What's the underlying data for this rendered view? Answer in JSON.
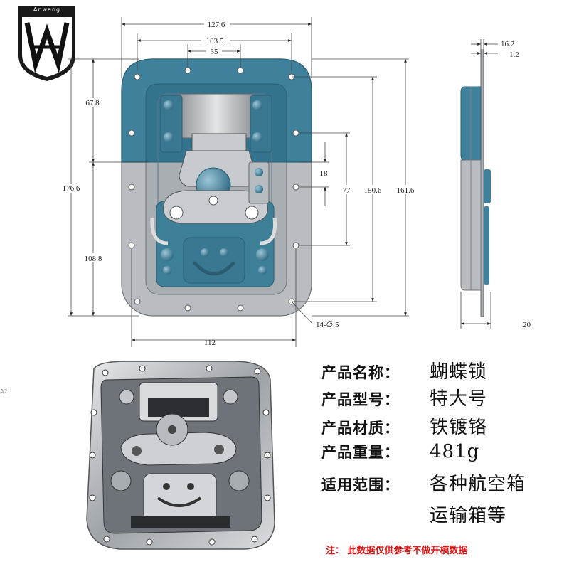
{
  "brand": {
    "name": "Anwang",
    "logo_glyph": "AW"
  },
  "dimensions": {
    "overall_width": "127.6",
    "hole_span": "103.5",
    "center_span": "35",
    "base_width": "112",
    "upper_height": "67.8",
    "total_height": "176.6",
    "lower_height": "108.8",
    "step": "18",
    "travel": "77",
    "inner_height": "150.6",
    "outer_height": "161.6",
    "side_thickness": "16.2",
    "plate_thickness": "1.2",
    "depth": "20",
    "holes": "14-∅ 5"
  },
  "specs": [
    {
      "label": "产品名称：",
      "value": "蝴蝶锁"
    },
    {
      "label": "产品型号：",
      "value": "特大号"
    },
    {
      "label": "产品材质：",
      "value": "铁镀铬"
    },
    {
      "label": "产品重量：",
      "value": "481g"
    },
    {
      "label": "适用范围：",
      "value": "各种航空箱"
    },
    {
      "label": "",
      "value": "运输箱等"
    }
  ],
  "note": "注： 此数据仅供参考不做开模数据",
  "stray_mark": "A2",
  "colors": {
    "teal": "#3e7f98",
    "gray": "#b4b8be",
    "red": "#d81818"
  }
}
